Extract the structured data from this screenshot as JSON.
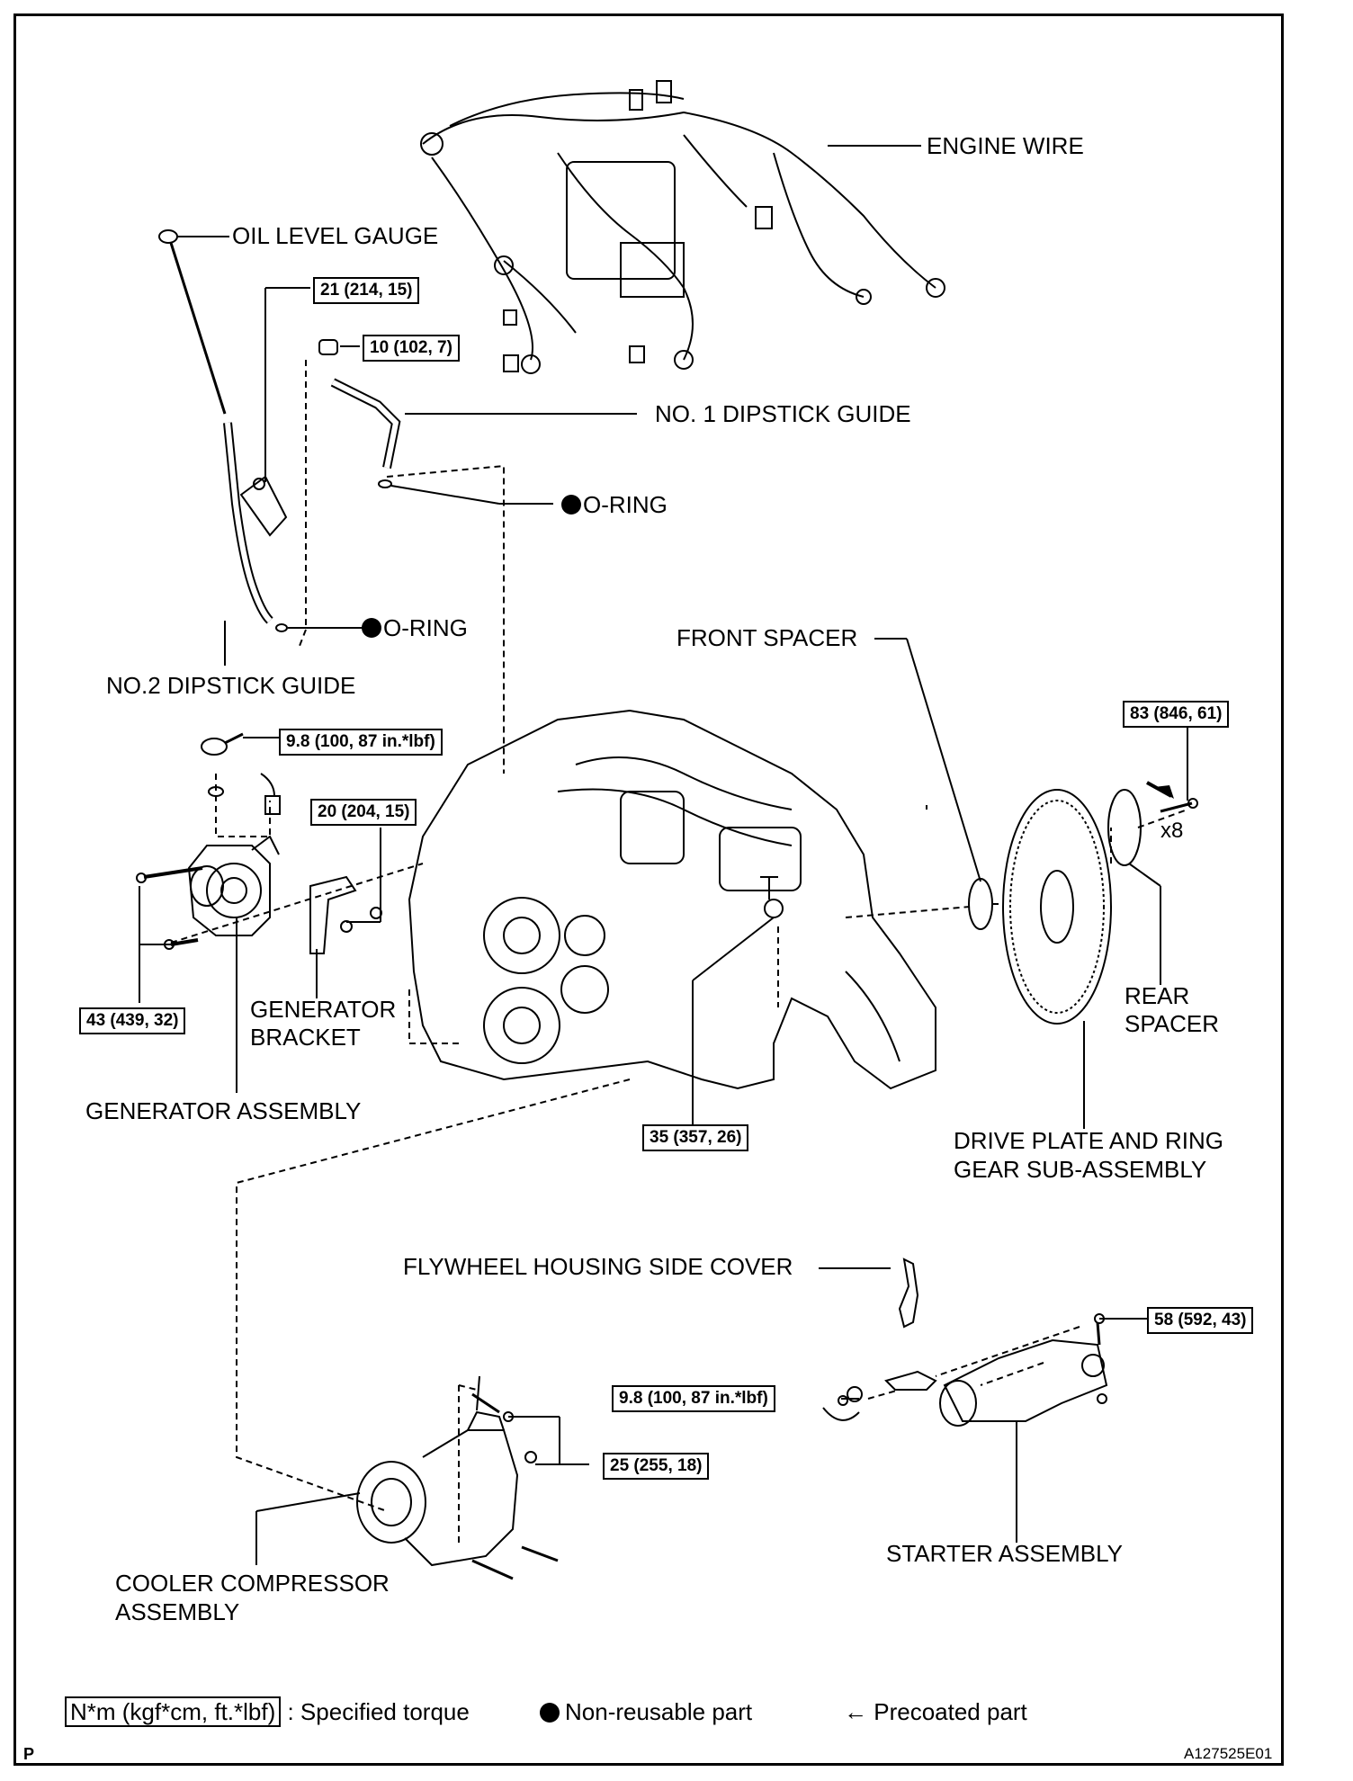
{
  "labels": {
    "engine_wire": "ENGINE WIRE",
    "oil_level_gauge": "OIL LEVEL GAUGE",
    "no1_dipstick_guide": "NO. 1 DIPSTICK GUIDE",
    "o_ring_upper": "O-RING",
    "o_ring_lower": "O-RING",
    "no2_dipstick_guide": "NO.2 DIPSTICK GUIDE",
    "front_spacer": "FRONT SPACER",
    "x8": "x8",
    "rear_spacer_line1": "REAR",
    "rear_spacer_line2": "SPACER",
    "generator_bracket_line1": "GENERATOR",
    "generator_bracket_line2": "BRACKET",
    "generator_assembly": "GENERATOR ASSEMBLY",
    "drive_plate_line1": "DRIVE PLATE AND RING",
    "drive_plate_line2": "GEAR SUB-ASSEMBLY",
    "flywheel_cover": "FLYWHEEL HOUSING SIDE COVER",
    "starter_assembly": "STARTER ASSEMBLY",
    "compressor_line1": "COOLER COMPRESSOR",
    "compressor_line2": "ASSEMBLY"
  },
  "torques": {
    "t_21": "21 (214, 15)",
    "t_10": "10 (102, 7)",
    "t_98_gen": "9.8 (100, 87 in.*lbf)",
    "t_20": "20 (204, 15)",
    "t_83": "83 (846, 61)",
    "t_43": "43 (439, 32)",
    "t_35": "35 (357, 26)",
    "t_58": "58 (592, 43)",
    "t_98_starter": "9.8 (100, 87 in.*lbf)",
    "t_25": "25 (255, 18)"
  },
  "legend": {
    "torque_unit": "N*m (kgf*cm, ft.*lbf)",
    "torque_desc": ": Specified torque",
    "non_reusable": "Non-reusable part",
    "precoated_arrow": "←",
    "precoated": "Precoated part"
  },
  "footer": {
    "page_letter": "P",
    "figure_id": "A127525E01"
  }
}
